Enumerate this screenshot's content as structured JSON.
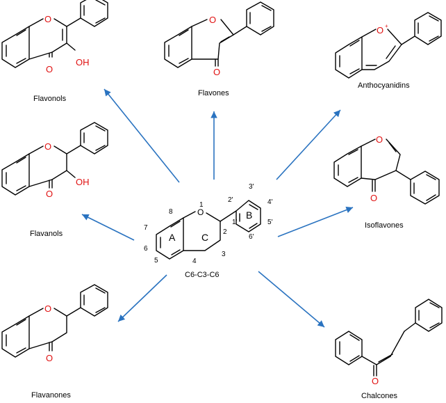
{
  "diagram": {
    "center": {
      "formula": "C6-C3-C6",
      "ring_labels": [
        "A",
        "C",
        "B"
      ],
      "positions": [
        "1",
        "2",
        "3",
        "4",
        "5",
        "6",
        "7",
        "8",
        "1'",
        "2'",
        "3'",
        "4'",
        "5'",
        "6'"
      ],
      "atom_O": "O"
    },
    "classes": [
      {
        "name": "Flavonols",
        "atoms": [
          "O",
          "O",
          "OH"
        ]
      },
      {
        "name": "Flavones",
        "atoms": [
          "O",
          "O"
        ]
      },
      {
        "name": "Anthocyanidins",
        "atoms": [
          "O",
          "+"
        ]
      },
      {
        "name": "Flavanols",
        "atoms": [
          "O",
          "O",
          "OH"
        ]
      },
      {
        "name": "Isoflavones",
        "atoms": [
          "O",
          "O"
        ]
      },
      {
        "name": "Flavanones",
        "atoms": [
          "O",
          "O"
        ]
      },
      {
        "name": "Chalcones",
        "atoms": [
          "O"
        ]
      }
    ]
  },
  "colors": {
    "arrow": "#2a73c0",
    "heteroatom": "#e01010",
    "bond": "#000000"
  }
}
